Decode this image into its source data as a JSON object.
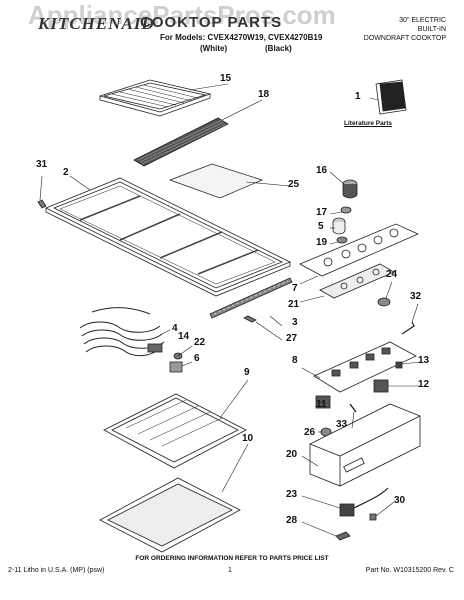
{
  "watermark": "AppliancePartsPros.com",
  "header": {
    "brand": "KITCHENAID",
    "title": "COOKTOP PARTS",
    "models": "For Models: CVEX4270W19, CVEX4270B19",
    "variant_white": "(White)",
    "variant_black": "(Black)",
    "right_line1": "30\" ELECTRIC",
    "right_line2": "BUILT-IN",
    "right_line3": "DOWNDRAFT COOKTOP"
  },
  "literature_label": "Literature Parts",
  "callouts": [
    "15",
    "18",
    "1",
    "31",
    "2",
    "25",
    "16",
    "17",
    "5",
    "19",
    "7",
    "24",
    "21",
    "32",
    "3",
    "27",
    "4",
    "14",
    "22",
    "6",
    "8",
    "13",
    "9",
    "12",
    "11",
    "33",
    "26",
    "10",
    "20",
    "23",
    "30",
    "28"
  ],
  "footer": {
    "note": "FOR ORDERING INFORMATION REFER TO PARTS PRICE LIST",
    "left": "2-11 Litho in U.S.A. (MP) (psw)",
    "page": "1",
    "right": "Part No. W10315200 Rev. C"
  }
}
